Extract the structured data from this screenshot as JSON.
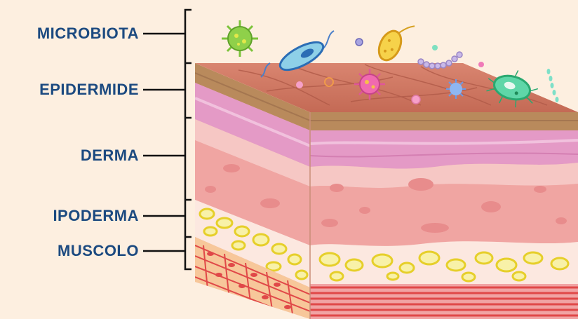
{
  "labels": {
    "microbiota": "MICROBIOTA",
    "epidermide": "EPIDERMIDE",
    "derma": "DERMA",
    "ipoderma": "IPODERMA",
    "muscolo": "MUSCOLO"
  },
  "colors": {
    "background": "#fdefe0",
    "label_text": "#1c4a80",
    "bracket_line": "#111111",
    "epidermis_top": "#c9705a",
    "epidermis_band": "#b98a5c",
    "dermis_pink": "#f2b3b3",
    "dermis_magenta": "#e08fbf",
    "fat_yellow": "#f5e45a",
    "muscle_red": "#e04848"
  }
}
